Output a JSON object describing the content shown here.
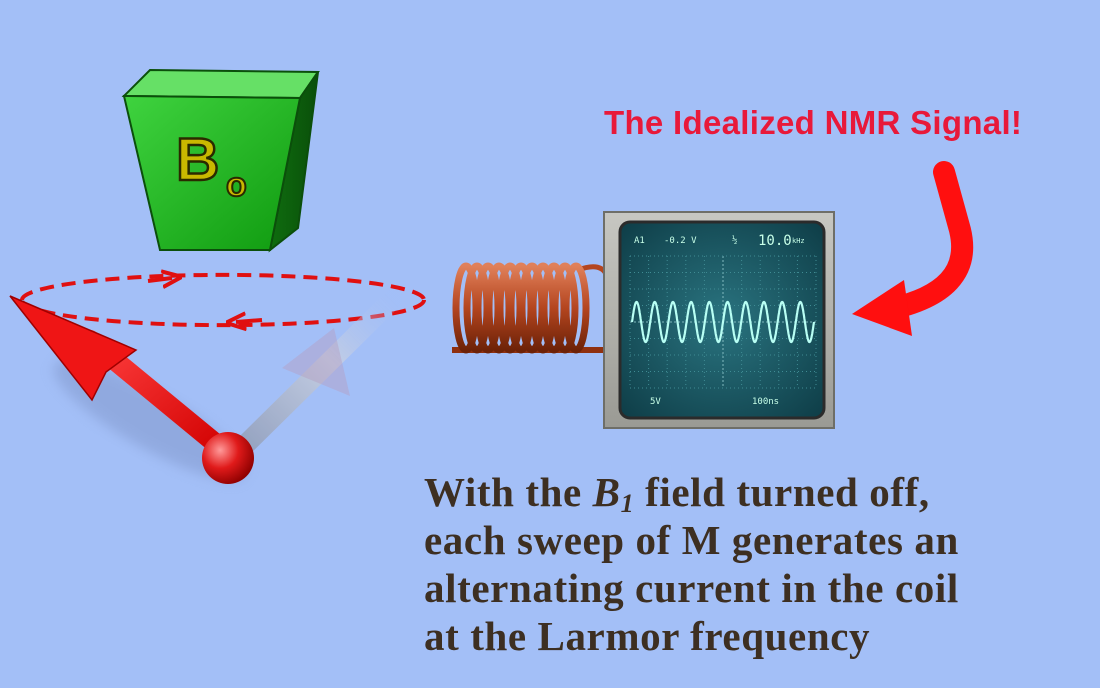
{
  "headline": "The Idealized NMR Signal!",
  "magnet": {
    "main": "B",
    "sub": "o"
  },
  "oscilloscope": {
    "channel": "A1",
    "offset": "-0.2 V",
    "trigger": "½",
    "frequency": "10.0",
    "frequency_unit": "kHz",
    "volts_div": "5V",
    "time_div": "100ns"
  },
  "caption": {
    "line1_a": "With the ",
    "line1_field": "B",
    "line1_sub": "1",
    "line1_b": " field turned off,",
    "line2": "each sweep of M generates an",
    "line3": "alternating current in the coil",
    "line4": "at the Larmor frequency"
  }
}
